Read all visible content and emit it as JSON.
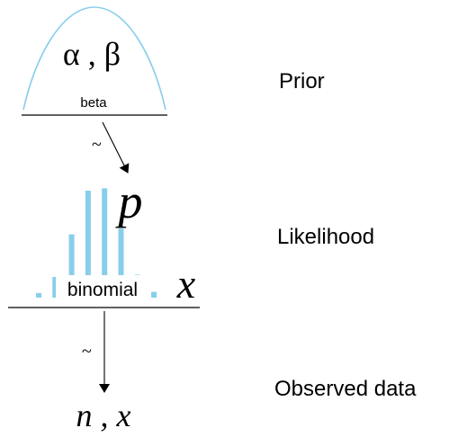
{
  "prior": {
    "params": "α , β",
    "distribution": "beta",
    "curve_color": "#87ceeb"
  },
  "likelihood": {
    "param": "p",
    "observed_symbol": "x",
    "distribution": "binomial",
    "bar_color": "#87ceeb",
    "bars": [
      0.04,
      0.18,
      0.55,
      0.93,
      0.95,
      0.6,
      0.2,
      0.05
    ]
  },
  "observed": {
    "symbols": "n , x"
  },
  "tilde": "~",
  "labels": {
    "prior": "Prior",
    "likelihood": "Likelihood",
    "observed": "Observed data"
  }
}
